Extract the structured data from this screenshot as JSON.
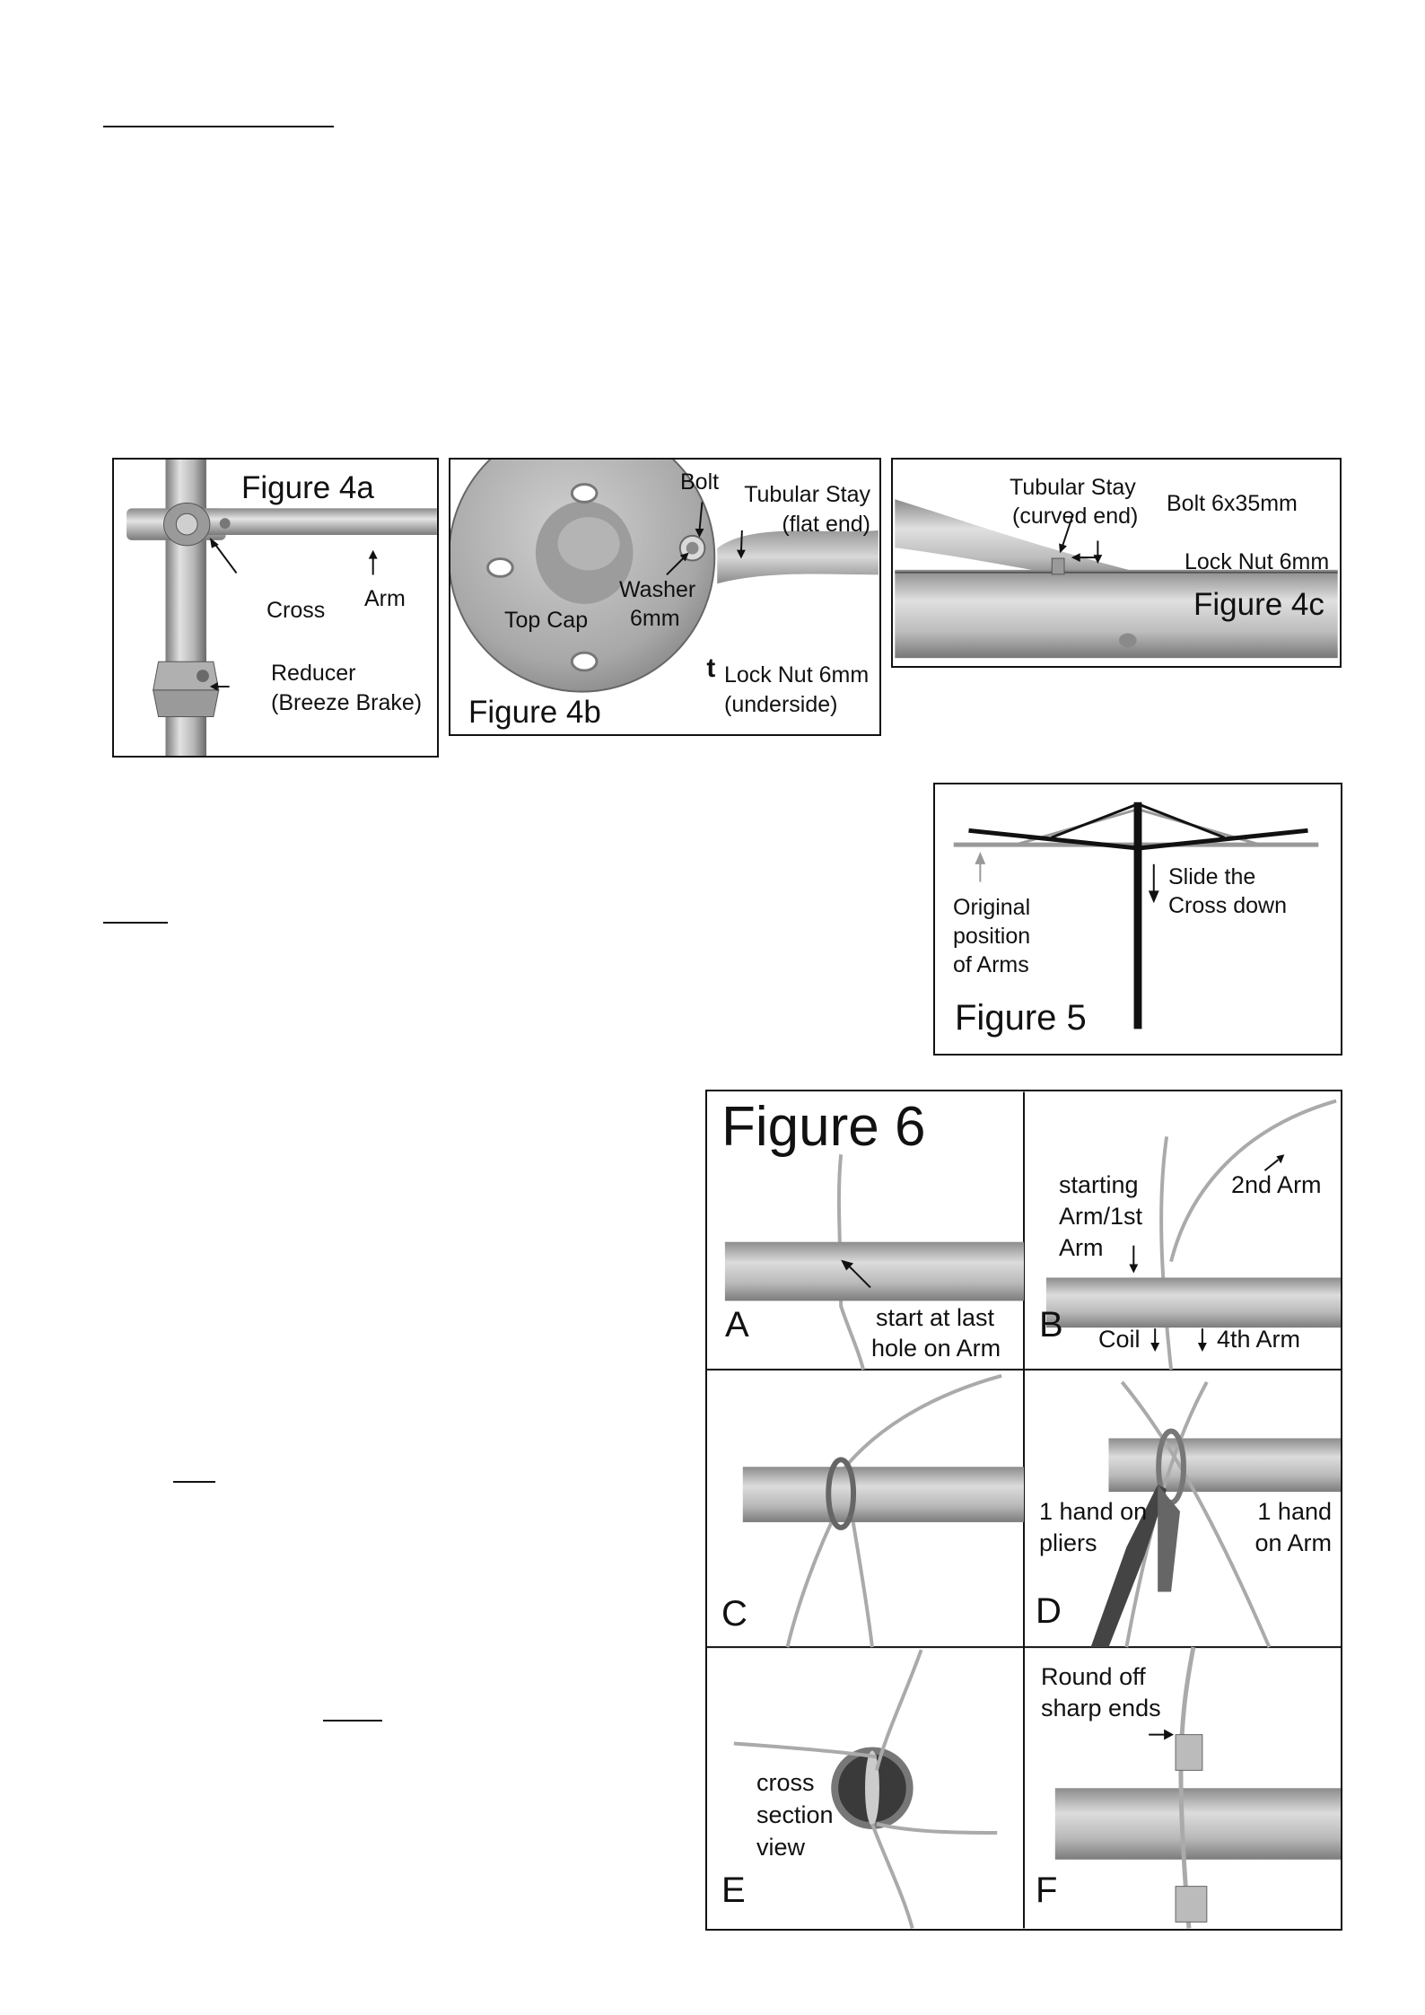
{
  "figure4a": {
    "title": "Figure 4a",
    "labels": {
      "cross": "Cross",
      "arm": "Arm",
      "reducer_line1": "Reducer",
      "reducer_line2": "(Breeze Brake)"
    }
  },
  "figure4b": {
    "title": "Figure 4b",
    "labels": {
      "bolt": "Bolt",
      "tubular_stay_line1": "Tubular Stay",
      "tubular_stay_line2": "(flat end)",
      "washer_line1": "Washer",
      "washer_line2": "6mm",
      "top_cap": "Top Cap",
      "lock_nut_line1": "Lock Nut 6mm",
      "lock_nut_line2": "(underside)"
    }
  },
  "figure4c": {
    "title": "Figure 4c",
    "labels": {
      "tubular_stay_line1": "Tubular Stay",
      "tubular_stay_line2": "(curved end)",
      "bolt": "Bolt 6x35mm",
      "lock_nut": "Lock Nut 6mm"
    }
  },
  "figure5": {
    "title": "Figure 5",
    "labels": {
      "original_line1": "Original",
      "original_line2": "position",
      "original_line3": "of Arms",
      "slide_line1": "Slide the",
      "slide_line2": "Cross down"
    }
  },
  "figure6": {
    "title": "Figure 6",
    "panels": {
      "a": {
        "letter": "A",
        "line1": "start at last",
        "line2": "hole on Arm"
      },
      "b": {
        "letter": "B",
        "starting_line1": "starting",
        "starting_line2": "Arm/1st",
        "starting_line3": "Arm",
        "second_arm": "2nd Arm",
        "coil": "Coil",
        "fourth_arm": "4th Arm"
      },
      "c": {
        "letter": "C"
      },
      "d": {
        "letter": "D",
        "pliers_line1": "1 hand on",
        "pliers_line2": "pliers",
        "arm_line1": "1 hand",
        "arm_line2": "on Arm"
      },
      "e": {
        "letter": "E",
        "line1": "cross",
        "line2": "section",
        "line3": "view"
      },
      "f": {
        "letter": "F",
        "line1": "Round off",
        "line2": "sharp ends"
      }
    }
  },
  "colors": {
    "ink": "#111111",
    "metal_light": "#d9d9d9",
    "metal_mid": "#a9a9a9",
    "metal_dark": "#6e6e6e",
    "original_arm": "#999999"
  }
}
